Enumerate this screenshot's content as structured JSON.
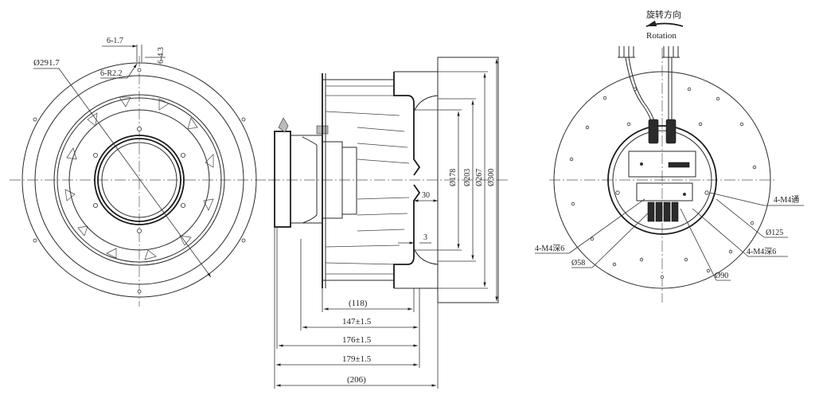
{
  "front_view": {
    "outer_diameter": "Ø291.7",
    "slot_width": "6-1.7",
    "slot_depth": "6-4.3",
    "slot_radius": "6-R2.2"
  },
  "side_view": {
    "diameters": [
      "Ø178",
      "Ø203",
      "Ø267",
      "Ø300"
    ],
    "offset_30": "30",
    "offset_3": "3",
    "lengths": [
      "(118)",
      "147±1.5",
      "176±1.5",
      "179±1.5",
      "(206)"
    ]
  },
  "rear_view": {
    "rotation_cn": "旋转方向",
    "rotation_en": "Rotation",
    "thread_through": "4-M4通",
    "thread_deep_left": "4-M4深6",
    "thread_deep_right": "4-M4深6",
    "pcd_125": "Ø125",
    "pcd_58": "Ø58",
    "pcd_90": "Ø90"
  }
}
